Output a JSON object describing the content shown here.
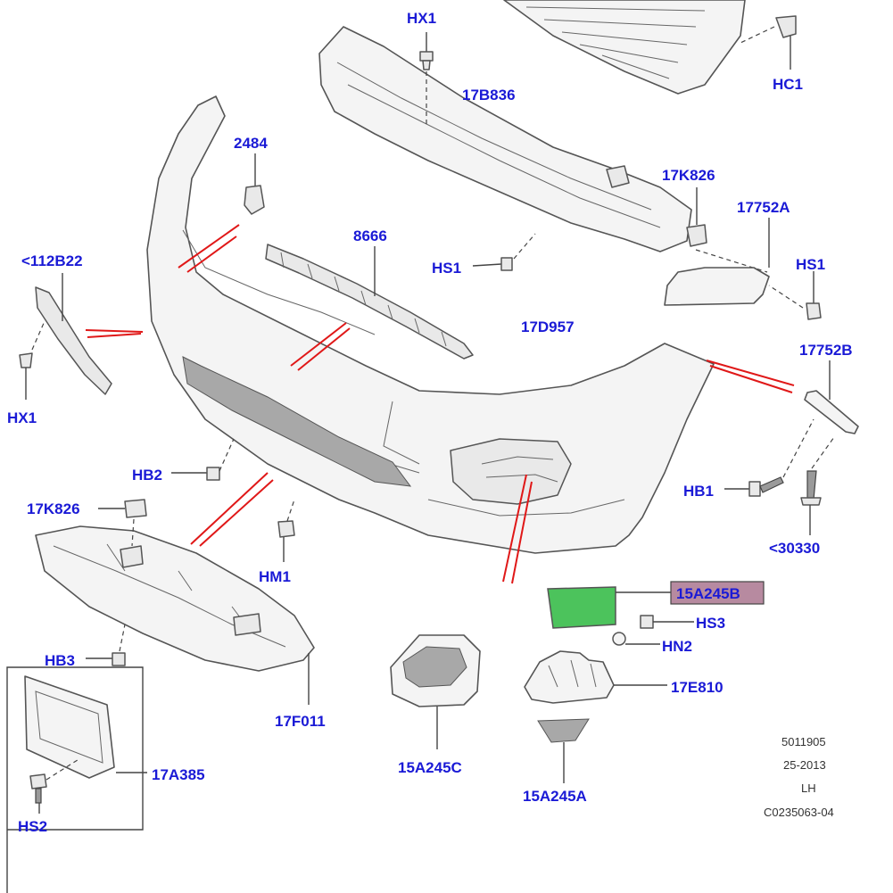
{
  "colors": {
    "label": "#1a1ad6",
    "callout_line": "#444444",
    "red_marker": "#e01818",
    "highlight_part": "#4cc35c",
    "highlight_label_bg": "#b78aa0"
  },
  "labels": {
    "hx1_top": "HX1",
    "hc1": "HC1",
    "p17b836": "17B836",
    "p2484": "2484",
    "p17k826_right": "17K826",
    "p17752a": "17752A",
    "p8666": "8666",
    "hs1_mid": "HS1",
    "hs1_right": "HS1",
    "p112b22": "<112B22",
    "p17d957": "17D957",
    "p17752b": "17752B",
    "hx1_left": "HX1",
    "hb2": "HB2",
    "hb1": "HB1",
    "p17k826_left": "17K826",
    "p30330": "<30330",
    "hm1": "HM1",
    "p15a245b": "15A245B",
    "hs3": "HS3",
    "hn2": "HN2",
    "hb3": "HB3",
    "p17e810": "17E810",
    "p17f011": "17F011",
    "p17a385": "17A385",
    "p15a245c": "15A245C",
    "p15a245a": "15A245A",
    "hs2": "HS2"
  },
  "reference": {
    "line1": "5011905",
    "line2": "25-2013",
    "line3": "LH",
    "line4": "C0235063-04"
  }
}
